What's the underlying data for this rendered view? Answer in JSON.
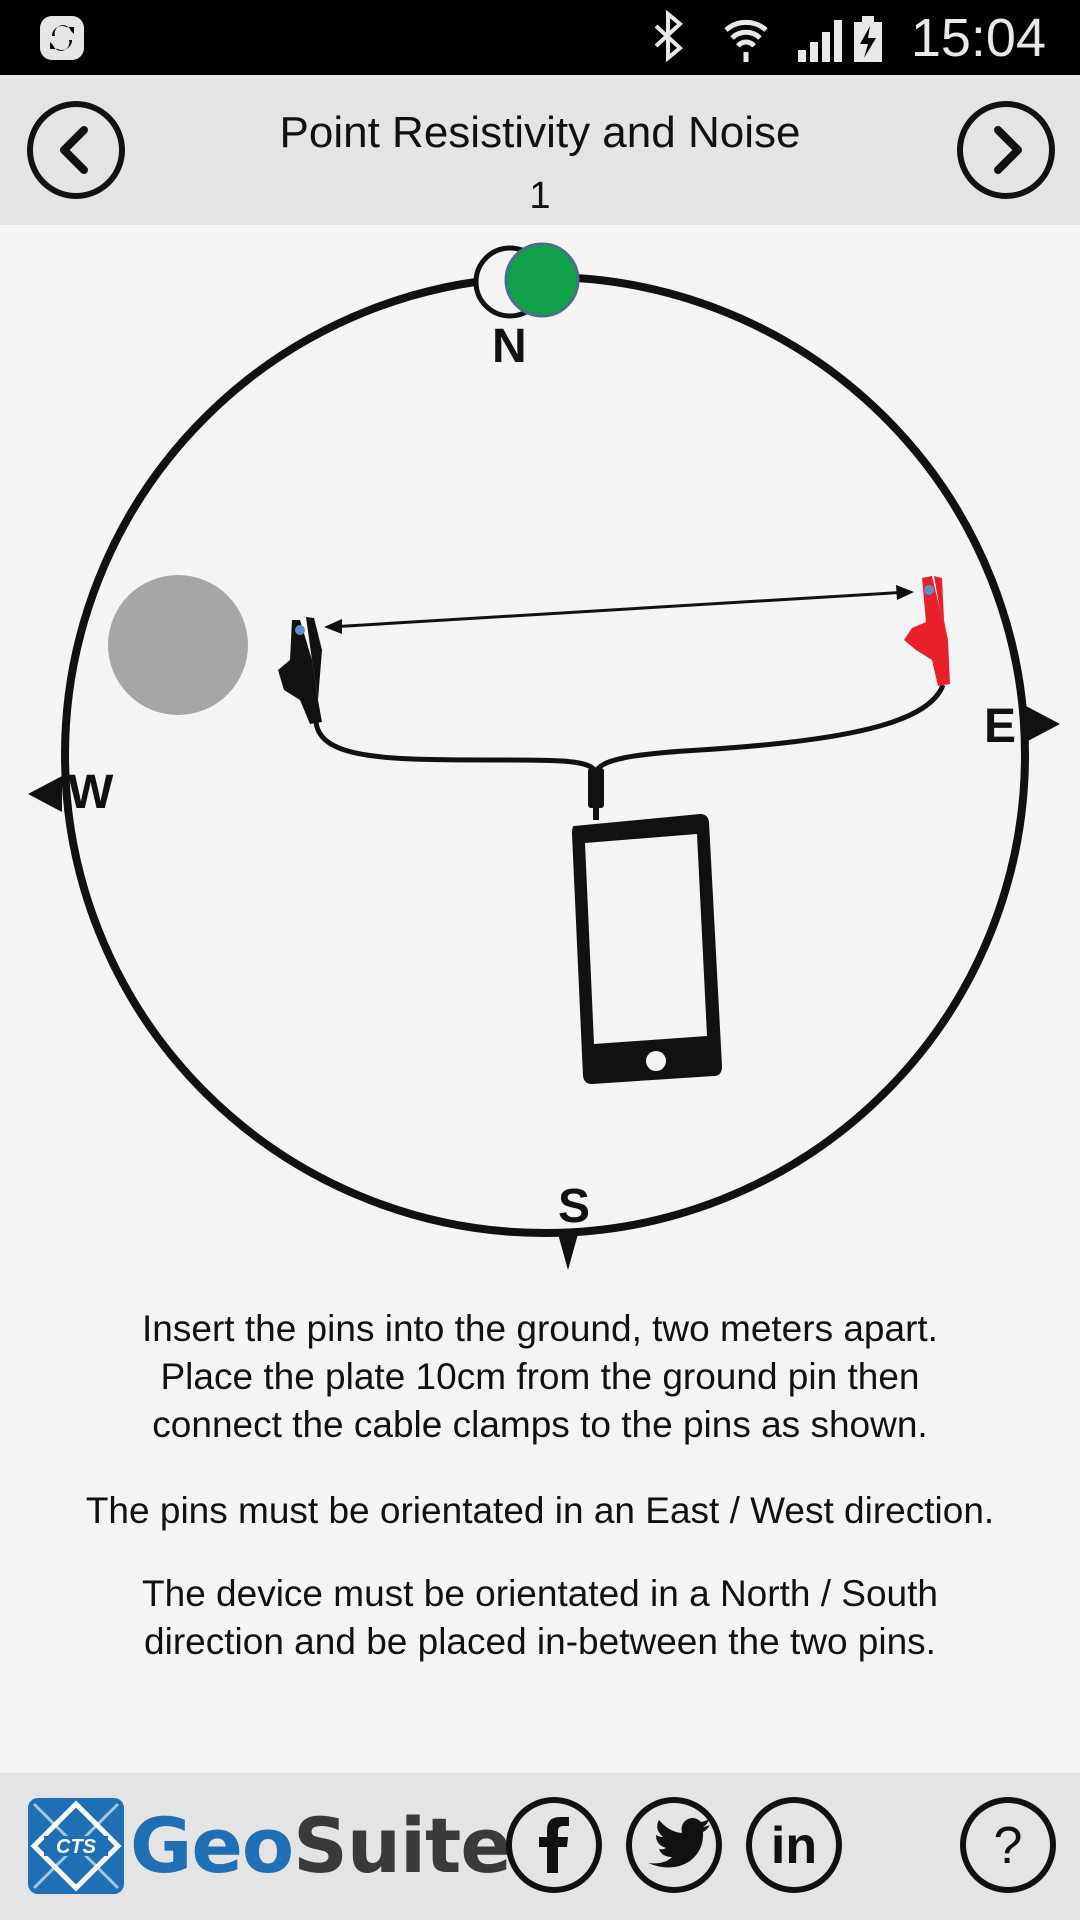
{
  "status_bar": {
    "time": "15:04",
    "app_icon": "syncing-app-icon",
    "icons": [
      "bluetooth-icon",
      "wifi-icon",
      "signal-icon",
      "battery-charging-icon"
    ]
  },
  "header": {
    "title": "Point Resistivity and Noise",
    "page": "1",
    "prev_icon": "chevron-left-icon",
    "next_icon": "chevron-right-icon"
  },
  "diagram": {
    "compass": {
      "north": "N",
      "east": "E",
      "south": "S",
      "west": "W"
    },
    "colors": {
      "north_marker": "#10a14a",
      "plate": "#a6a6a6",
      "ground_clamp": "#111111",
      "red_clamp": "#e8202a"
    }
  },
  "instructions": {
    "paragraph_1": "Insert the pins into the ground, two meters apart. Place the plate 10cm from the ground pin then connect the cable clamps to the pins as shown.",
    "paragraph_2": "The pins must be orientated in an East / West direction.",
    "paragraph_3": "The device must be orientated in a North / South direction and be placed in-between the two pins."
  },
  "footer": {
    "brand_geo": "Geo",
    "brand_suite": "Suite",
    "logo_text": "CTS",
    "brand_colors": {
      "geo": "#1f6fb5",
      "suite": "#3a3a3a"
    },
    "buttons": [
      "facebook-icon",
      "twitter-icon",
      "linkedin-icon",
      "help-icon"
    ],
    "linkedin_text": "in",
    "help_text": "?"
  }
}
